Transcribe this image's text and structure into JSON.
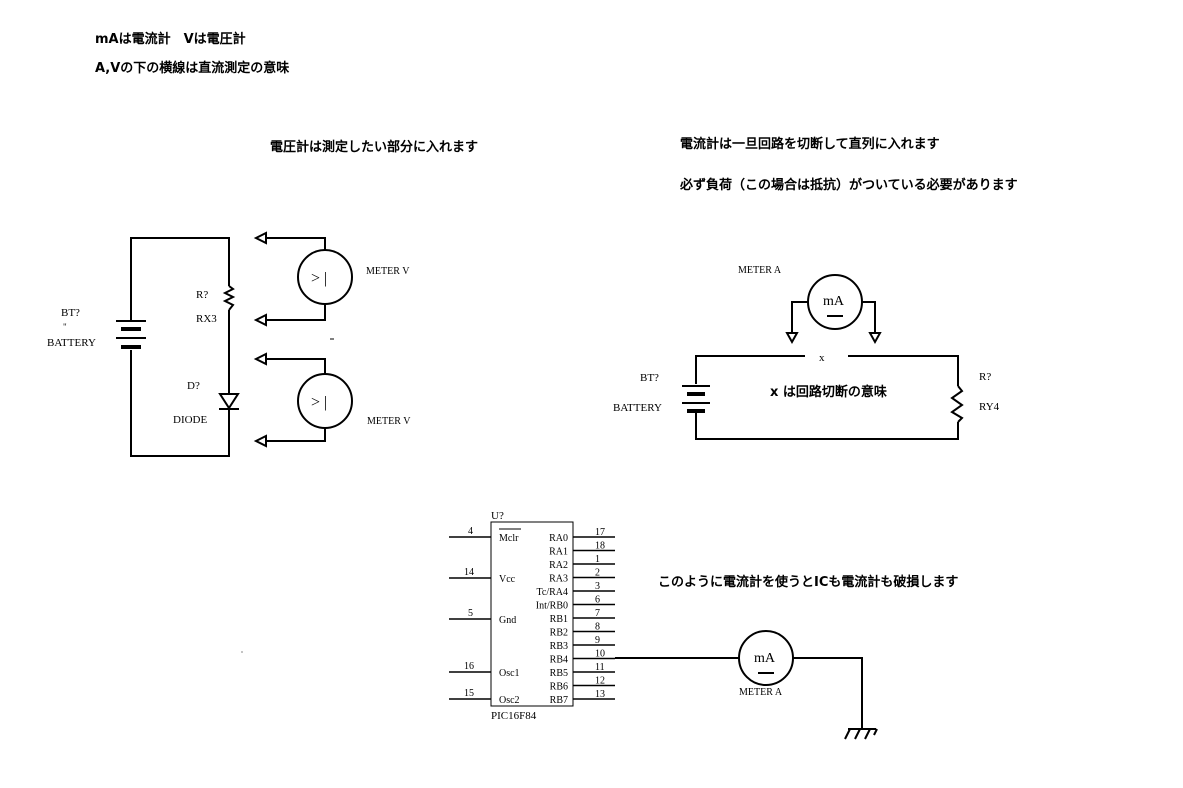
{
  "notes": {
    "line1": "mAは電流計　Vは電圧計",
    "line2": "A,Vの下の横線は直流測定の意味"
  },
  "voltmeter_section": {
    "heading": "電圧計は測定したい部分に入れます",
    "battery_ref": "BT?",
    "battery_mark": "\"",
    "battery_name": "BATTERY",
    "resistor_ref": "R?",
    "resistor_name": "RX3",
    "diode_ref": "D?",
    "diode_name": "DIODE",
    "meter1_label": "METER V",
    "meter2_label": "METER V",
    "meter_symbol": "> |"
  },
  "ammeter_section": {
    "heading1": "電流計は一旦回路を切断して直列に入れます",
    "heading2": "必ず負荷（この場合は抵抗）がついている必要があります",
    "meter_label": "METER A",
    "meter_symbol": "mA",
    "break_mark": "x",
    "battery_ref": "BT?",
    "battery_name": "BATTERY",
    "resistor_ref": "R?",
    "resistor_name": "RY4",
    "note": "x は回路切断の意味"
  },
  "ic_section": {
    "warning": "このように電流計を使うとICも電流計も破損します",
    "ref": "U?",
    "part": "PIC16F84",
    "left_pins": [
      {
        "num": "4",
        "name": "Mclr"
      },
      {
        "num": "14",
        "name": "Vcc"
      },
      {
        "num": "5",
        "name": "Gnd"
      },
      {
        "num": "16",
        "name": "Osc1"
      },
      {
        "num": "15",
        "name": "Osc2"
      }
    ],
    "right_pins": [
      {
        "num": "17",
        "name": "RA0"
      },
      {
        "num": "18",
        "name": "RA1"
      },
      {
        "num": "1",
        "name": "RA2"
      },
      {
        "num": "2",
        "name": "RA3"
      },
      {
        "num": "3",
        "name": "Tc/RA4"
      },
      {
        "num": "6",
        "name": "Int/RB0"
      },
      {
        "num": "7",
        "name": "RB1"
      },
      {
        "num": "8",
        "name": "RB2"
      },
      {
        "num": "9",
        "name": "RB3"
      },
      {
        "num": "10",
        "name": "RB4"
      },
      {
        "num": "11",
        "name": "RB5"
      },
      {
        "num": "12",
        "name": "RB6"
      },
      {
        "num": "13",
        "name": "RB7"
      }
    ],
    "meter_symbol": "mA",
    "meter_label": "METER A"
  }
}
